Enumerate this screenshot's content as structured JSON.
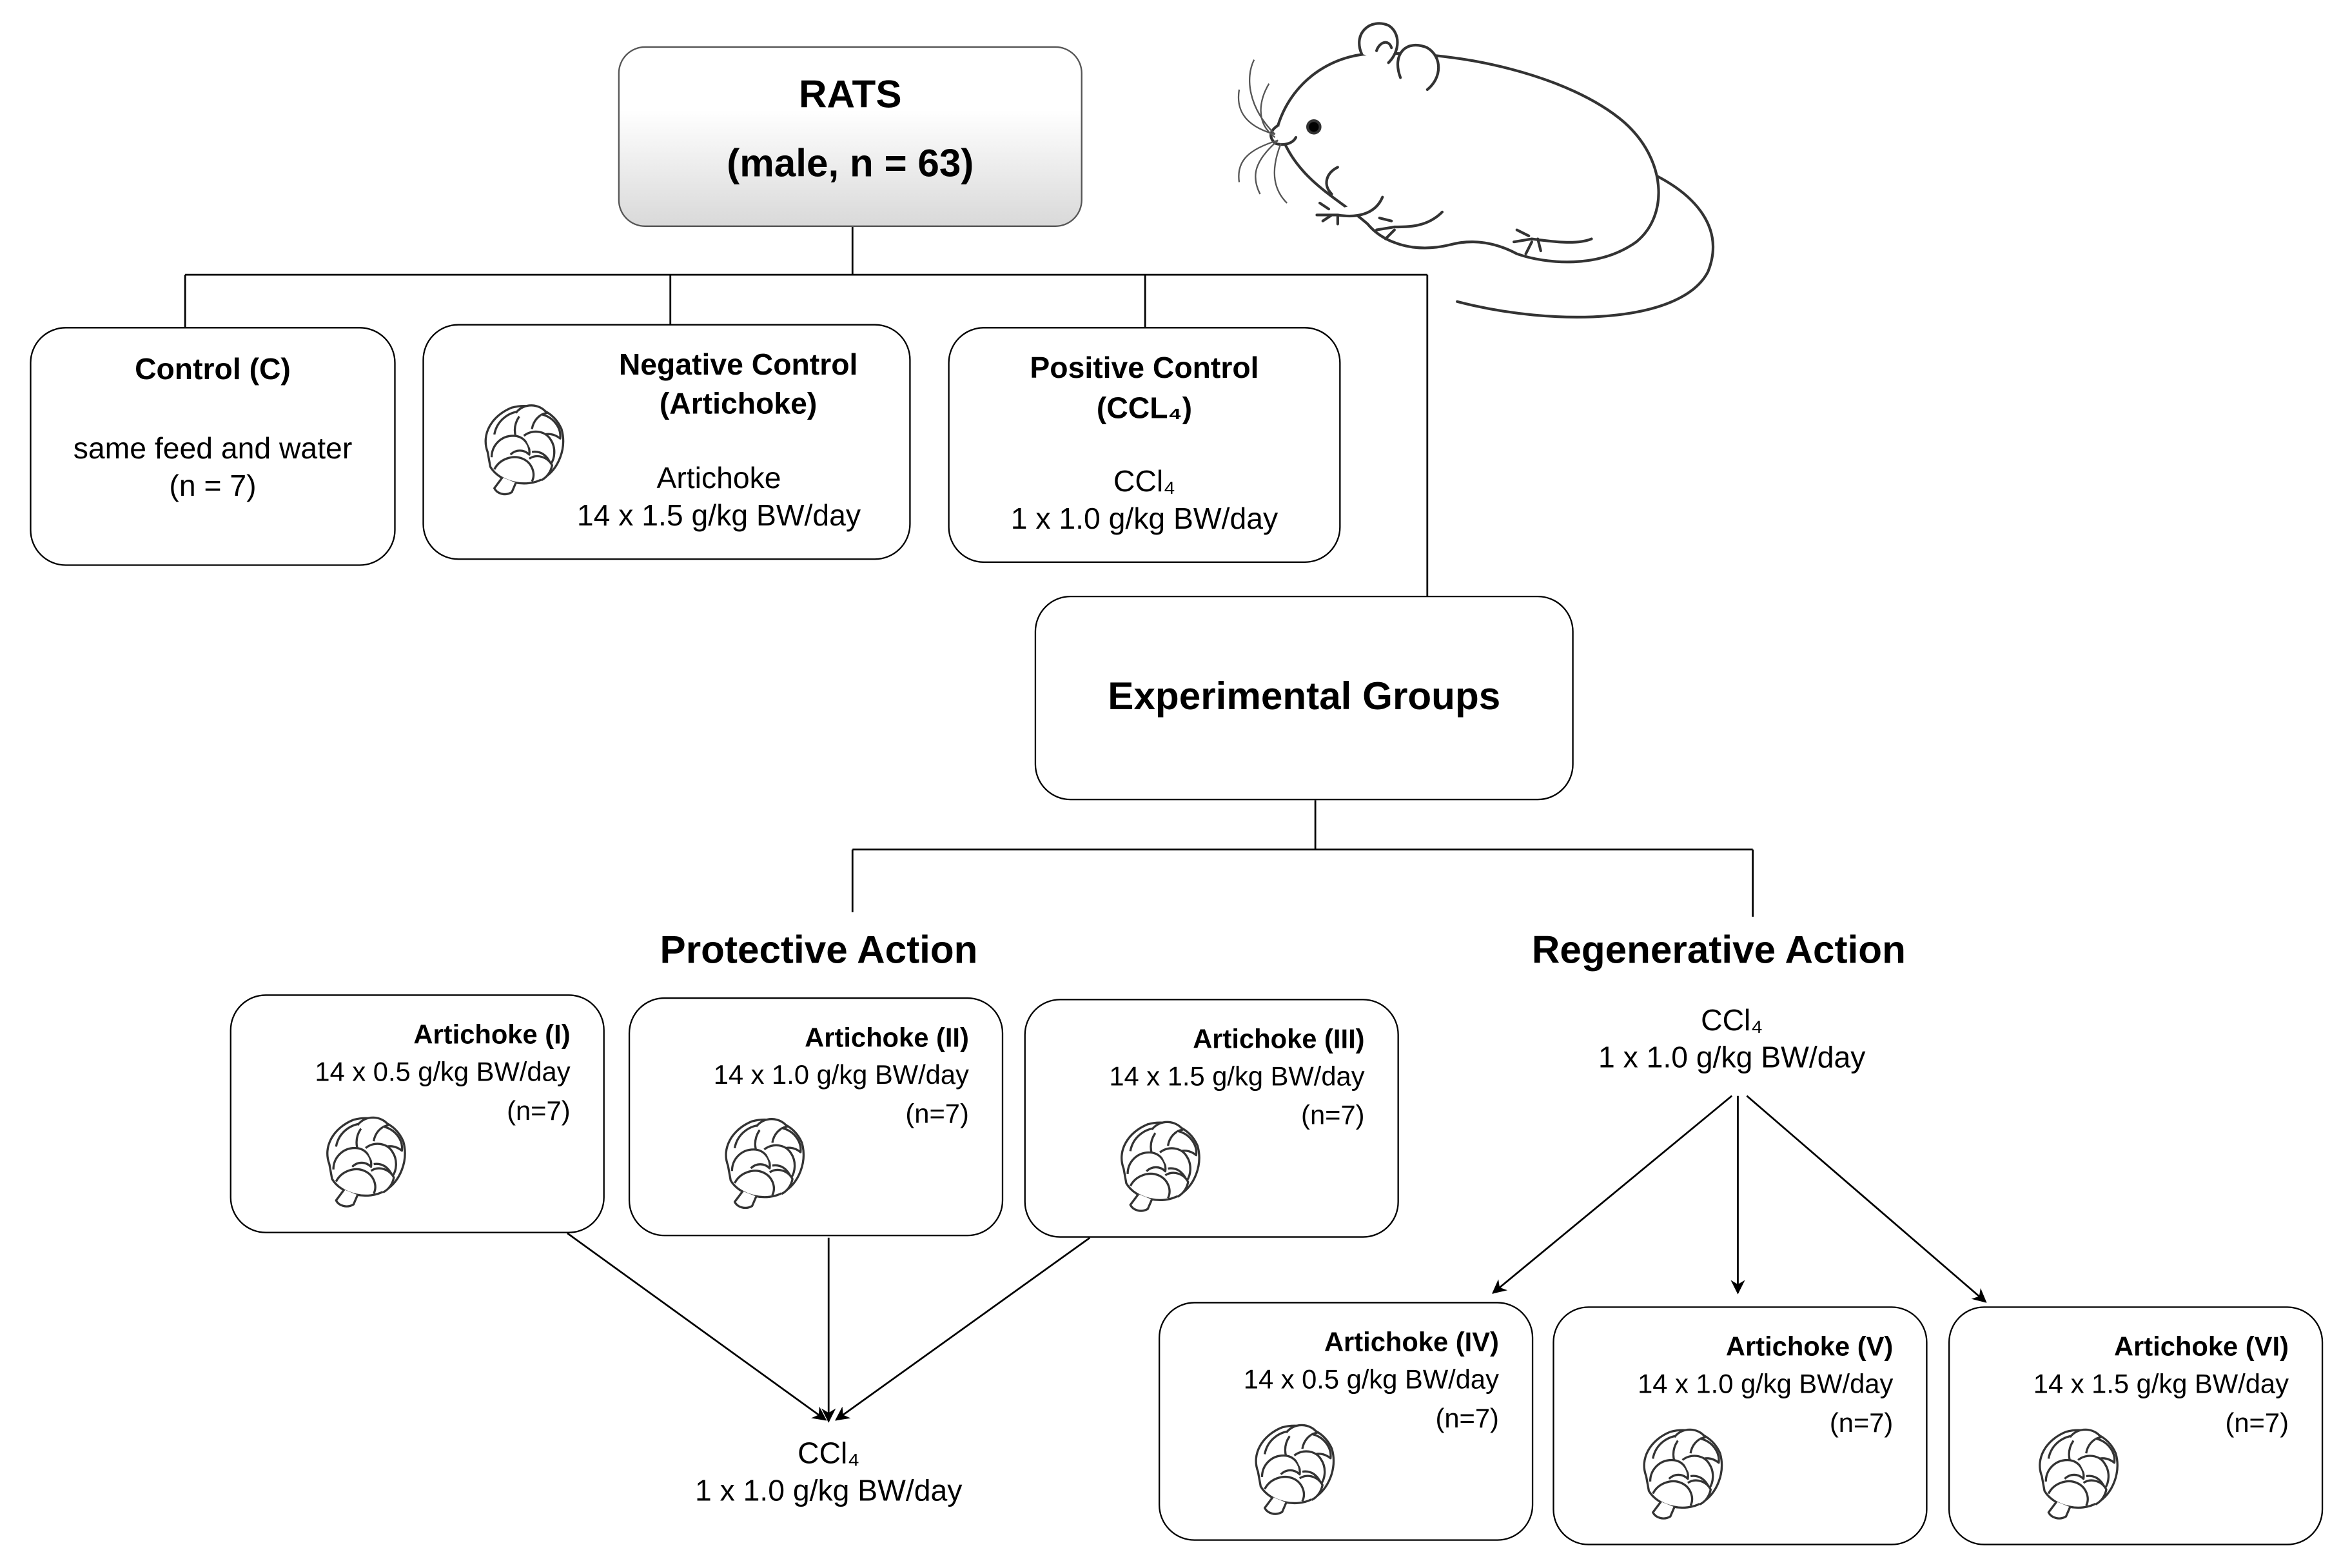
{
  "root": {
    "title": "RATS",
    "subtitle": "(male, n = 63)"
  },
  "control": {
    "title": "Control (C)",
    "line1": "same feed and water",
    "line2": "(n = 7)"
  },
  "negative_control": {
    "title1": "Negative Control",
    "title2": "(Artichoke)",
    "line1": "Artichoke",
    "line2": "14 x 1.5 g/kg BW/day"
  },
  "positive_control": {
    "title1": "Positive Control",
    "title2": "(CCL₄)",
    "line1": "CCl₄",
    "line2": "1 x 1.0 g/kg BW/day"
  },
  "experimental": {
    "title": "Experimental Groups"
  },
  "protective": {
    "title": "Protective Action",
    "groups": [
      {
        "name": "Artichoke (I)",
        "dose": "14 x 0.5 g/kg BW/day",
        "n": "(n=7)"
      },
      {
        "name": "Artichoke (II)",
        "dose": "14 x 1.0 g/kg BW/day",
        "n": "(n=7)"
      },
      {
        "name": "Artichoke (III)",
        "dose": "14 x 1.5 g/kg BW/day",
        "n": "(n=7)"
      }
    ],
    "ccl4": "CCl₄",
    "ccl4_dose": "1 x 1.0 g/kg BW/day"
  },
  "regenerative": {
    "title": "Regenerative Action",
    "ccl4": "CCl₄",
    "ccl4_dose": "1 x 1.0 g/kg BW/day",
    "groups": [
      {
        "name": "Artichoke (IV)",
        "dose": "14 x 0.5 g/kg BW/day",
        "n": "(n=7)"
      },
      {
        "name": "Artichoke (V)",
        "dose": "14 x 1.0 g/kg BW/day",
        "n": "(n=7)"
      },
      {
        "name": "Artichoke (VI)",
        "dose": "14 x 1.5 g/kg BW/day",
        "n": "(n=7)"
      }
    ]
  },
  "icons": {
    "animal": "rat-illustration-icon",
    "plant": "artichoke-icon"
  }
}
